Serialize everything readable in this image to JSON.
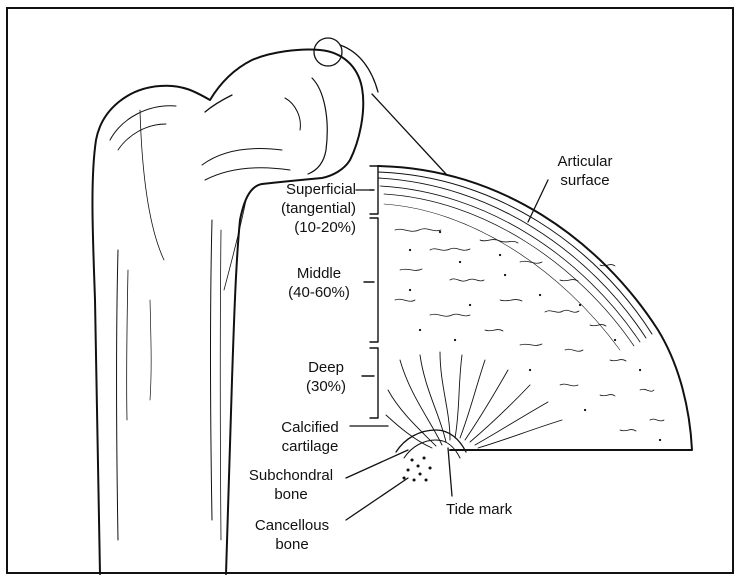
{
  "labels": {
    "articular_surface": [
      "Articular",
      "surface"
    ],
    "superficial": [
      "Superficial",
      "(tangential)",
      "(10-20%)"
    ],
    "middle": [
      "Middle",
      "(40-60%)"
    ],
    "deep": [
      "Deep",
      "(30%)"
    ],
    "calcified_cartilage": [
      "Calcified",
      "cartilage"
    ],
    "subchondral_bone": [
      "Subchondral",
      "bone"
    ],
    "cancellous_bone": [
      "Cancellous",
      "bone"
    ],
    "tide_mark": "Tide mark"
  },
  "colors": {
    "ink": "#111111",
    "background": "#ffffff"
  }
}
